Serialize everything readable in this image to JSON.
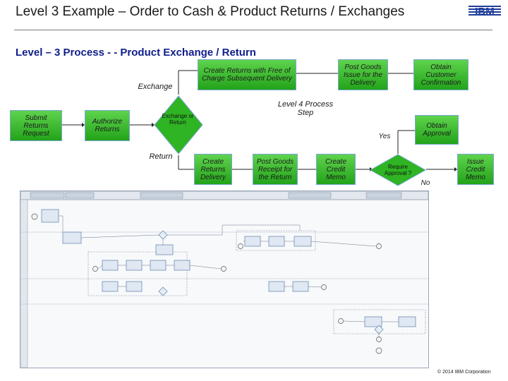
{
  "header": {
    "title": "Level 3 Example – Order to Cash & Product Returns / Exchanges",
    "logo": "IBM"
  },
  "subtitle": "Level – 3 Process - - Product Exchange / Return",
  "flow": {
    "submit": "Submit Returns Request",
    "authorize": "Authorize Returns",
    "decision": "Exchange or Return",
    "exchange_label": "Exchange",
    "return_label": "Return",
    "create_returns_free": "Create Returns with Free of Charge Subsequent Delivery",
    "post_goods_issue": "Post Goods Issue for the Delivery",
    "obtain_confirmation": "Obtain Customer Confirmation",
    "level4_label": "Level 4 Process Step",
    "obtain_approval": "Obtain Approval",
    "yes_label": "Yes",
    "no_label": "No",
    "create_returns_delivery": "Create Returns Delivery",
    "post_goods_receipt": "Post Goods Receipt for the Return",
    "create_credit_memo": "Create Credit Memo",
    "require_approval": "Require Approval ?",
    "issue_credit_memo": "Issue Credit Memo"
  },
  "footer": "© 2014 IBM Corporation",
  "colors": {
    "green": "#2fb423",
    "box_border": "#7aa7d8",
    "title_blue": "#0f1e8a"
  }
}
